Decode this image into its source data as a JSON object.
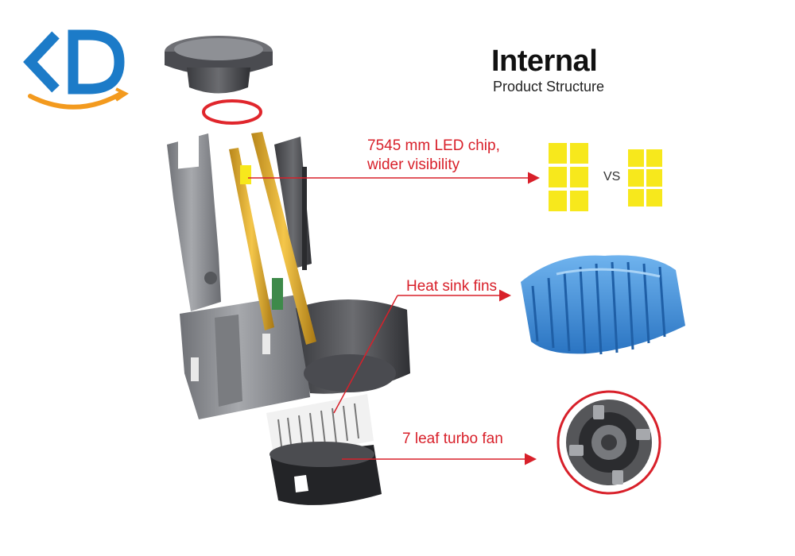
{
  "title": {
    "main": "Internal",
    "sub": "Product Structure"
  },
  "callouts": {
    "led_line1": "7545 mm LED chip,",
    "led_line2": "wider visibility",
    "heatsink": "Heat sink fins",
    "fan": "7 leaf turbo fan"
  },
  "comparison": {
    "vs": "VS"
  },
  "colors": {
    "accent_red": "#d8202a",
    "logo_blue": "#1c7bc8",
    "logo_orange": "#f39a1e",
    "chip_yellow": "#f7e81c",
    "fin_blue": "#3f8fd8",
    "body_grey": "#8d8f94"
  },
  "icons": [
    "kd-logo",
    "led-chip-icon",
    "heat-sink-icon",
    "turbo-fan-icon",
    "arrow-icon"
  ]
}
